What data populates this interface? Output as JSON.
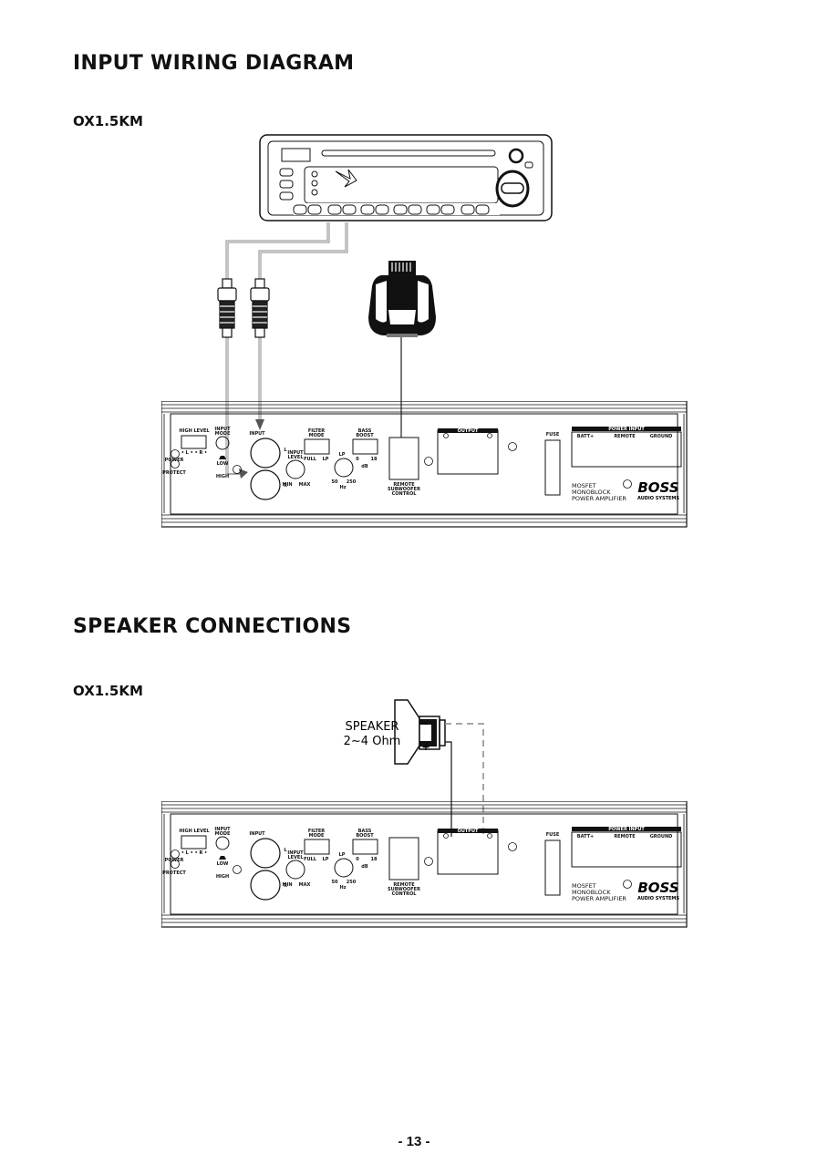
{
  "section1": {
    "title": "INPUT WIRING DIAGRAM",
    "model": "OX1.5KM"
  },
  "section2": {
    "title": "SPEAKER CONNECTIONS",
    "model": "OX1.5KM",
    "speaker_label": "SPEAKER",
    "speaker_spec": "2~4 Ohm",
    "minus": "−",
    "plus": "+"
  },
  "amp": {
    "high_level": "HIGH LEVEL",
    "high_level_sub": "• L •  • R •",
    "input_mode": "INPUT",
    "input_mode2": "MODE",
    "low": "LOW",
    "high": "HIGH",
    "power": "POWER",
    "protect": "PROTECT",
    "input": "INPUT",
    "l": "L",
    "r": "R",
    "input_level": "INPUT",
    "input_level2": "LEVEL",
    "min": "MIN",
    "max": "MAX",
    "filter_mode": "FILTER",
    "filter_mode2": "MODE",
    "full": "FULL",
    "lp": "LP",
    "lp_knob": "LP",
    "f50": "50",
    "f250": "250",
    "hz": "Hz",
    "bass_boost": "BASS",
    "bass_boost2": "BOOST",
    "b0": "0",
    "b18": "18",
    "db": "dB",
    "remote": "REMOTE",
    "subwoofer": "SUBWOOFER",
    "control": "CONTROL",
    "output": "OUTPUT",
    "fuse": "FUSE",
    "power_input": "POWER INPUT",
    "batt": "BATT+",
    "remote_t": "REMOTE",
    "ground": "GROUND",
    "mosfet": "MOSFET",
    "monoblock": "MONOBLOCK",
    "power_amp": "POWER AMPLIFIER",
    "brand": "BOSS",
    "brand_sub": "AUDIO SYSTEMS"
  },
  "page_number": "- 13 -"
}
